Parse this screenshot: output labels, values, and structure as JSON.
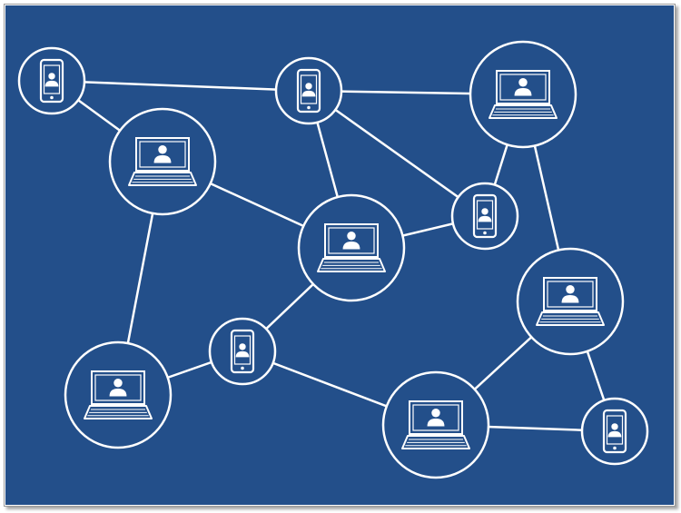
{
  "colors": {
    "background": "#234f8a",
    "line": "#ffffff",
    "node_fill": "#234f8a",
    "node_stroke": "#ffffff"
  },
  "diagram": {
    "nodes": [
      {
        "id": "n1",
        "device": "phone-icon"
      },
      {
        "id": "n2",
        "device": "phone-icon"
      },
      {
        "id": "n3",
        "device": "laptop-icon"
      },
      {
        "id": "n4",
        "device": "laptop-icon"
      },
      {
        "id": "n5",
        "device": "phone-icon"
      },
      {
        "id": "n6",
        "device": "laptop-icon"
      },
      {
        "id": "n7",
        "device": "laptop-icon"
      },
      {
        "id": "n8",
        "device": "phone-icon"
      },
      {
        "id": "n9",
        "device": "laptop-icon"
      },
      {
        "id": "n10",
        "device": "laptop-icon"
      },
      {
        "id": "n11",
        "device": "phone-icon"
      }
    ],
    "edges": [
      [
        "n1",
        "n2"
      ],
      [
        "n1",
        "n4"
      ],
      [
        "n2",
        "n3"
      ],
      [
        "n2",
        "n5"
      ],
      [
        "n2",
        "n6"
      ],
      [
        "n3",
        "n5"
      ],
      [
        "n3",
        "n7"
      ],
      [
        "n4",
        "n6"
      ],
      [
        "n4",
        "n9"
      ],
      [
        "n5",
        "n6"
      ],
      [
        "n6",
        "n8"
      ],
      [
        "n7",
        "n10"
      ],
      [
        "n7",
        "n11"
      ],
      [
        "n8",
        "n9"
      ],
      [
        "n8",
        "n10"
      ],
      [
        "n10",
        "n11"
      ]
    ]
  }
}
